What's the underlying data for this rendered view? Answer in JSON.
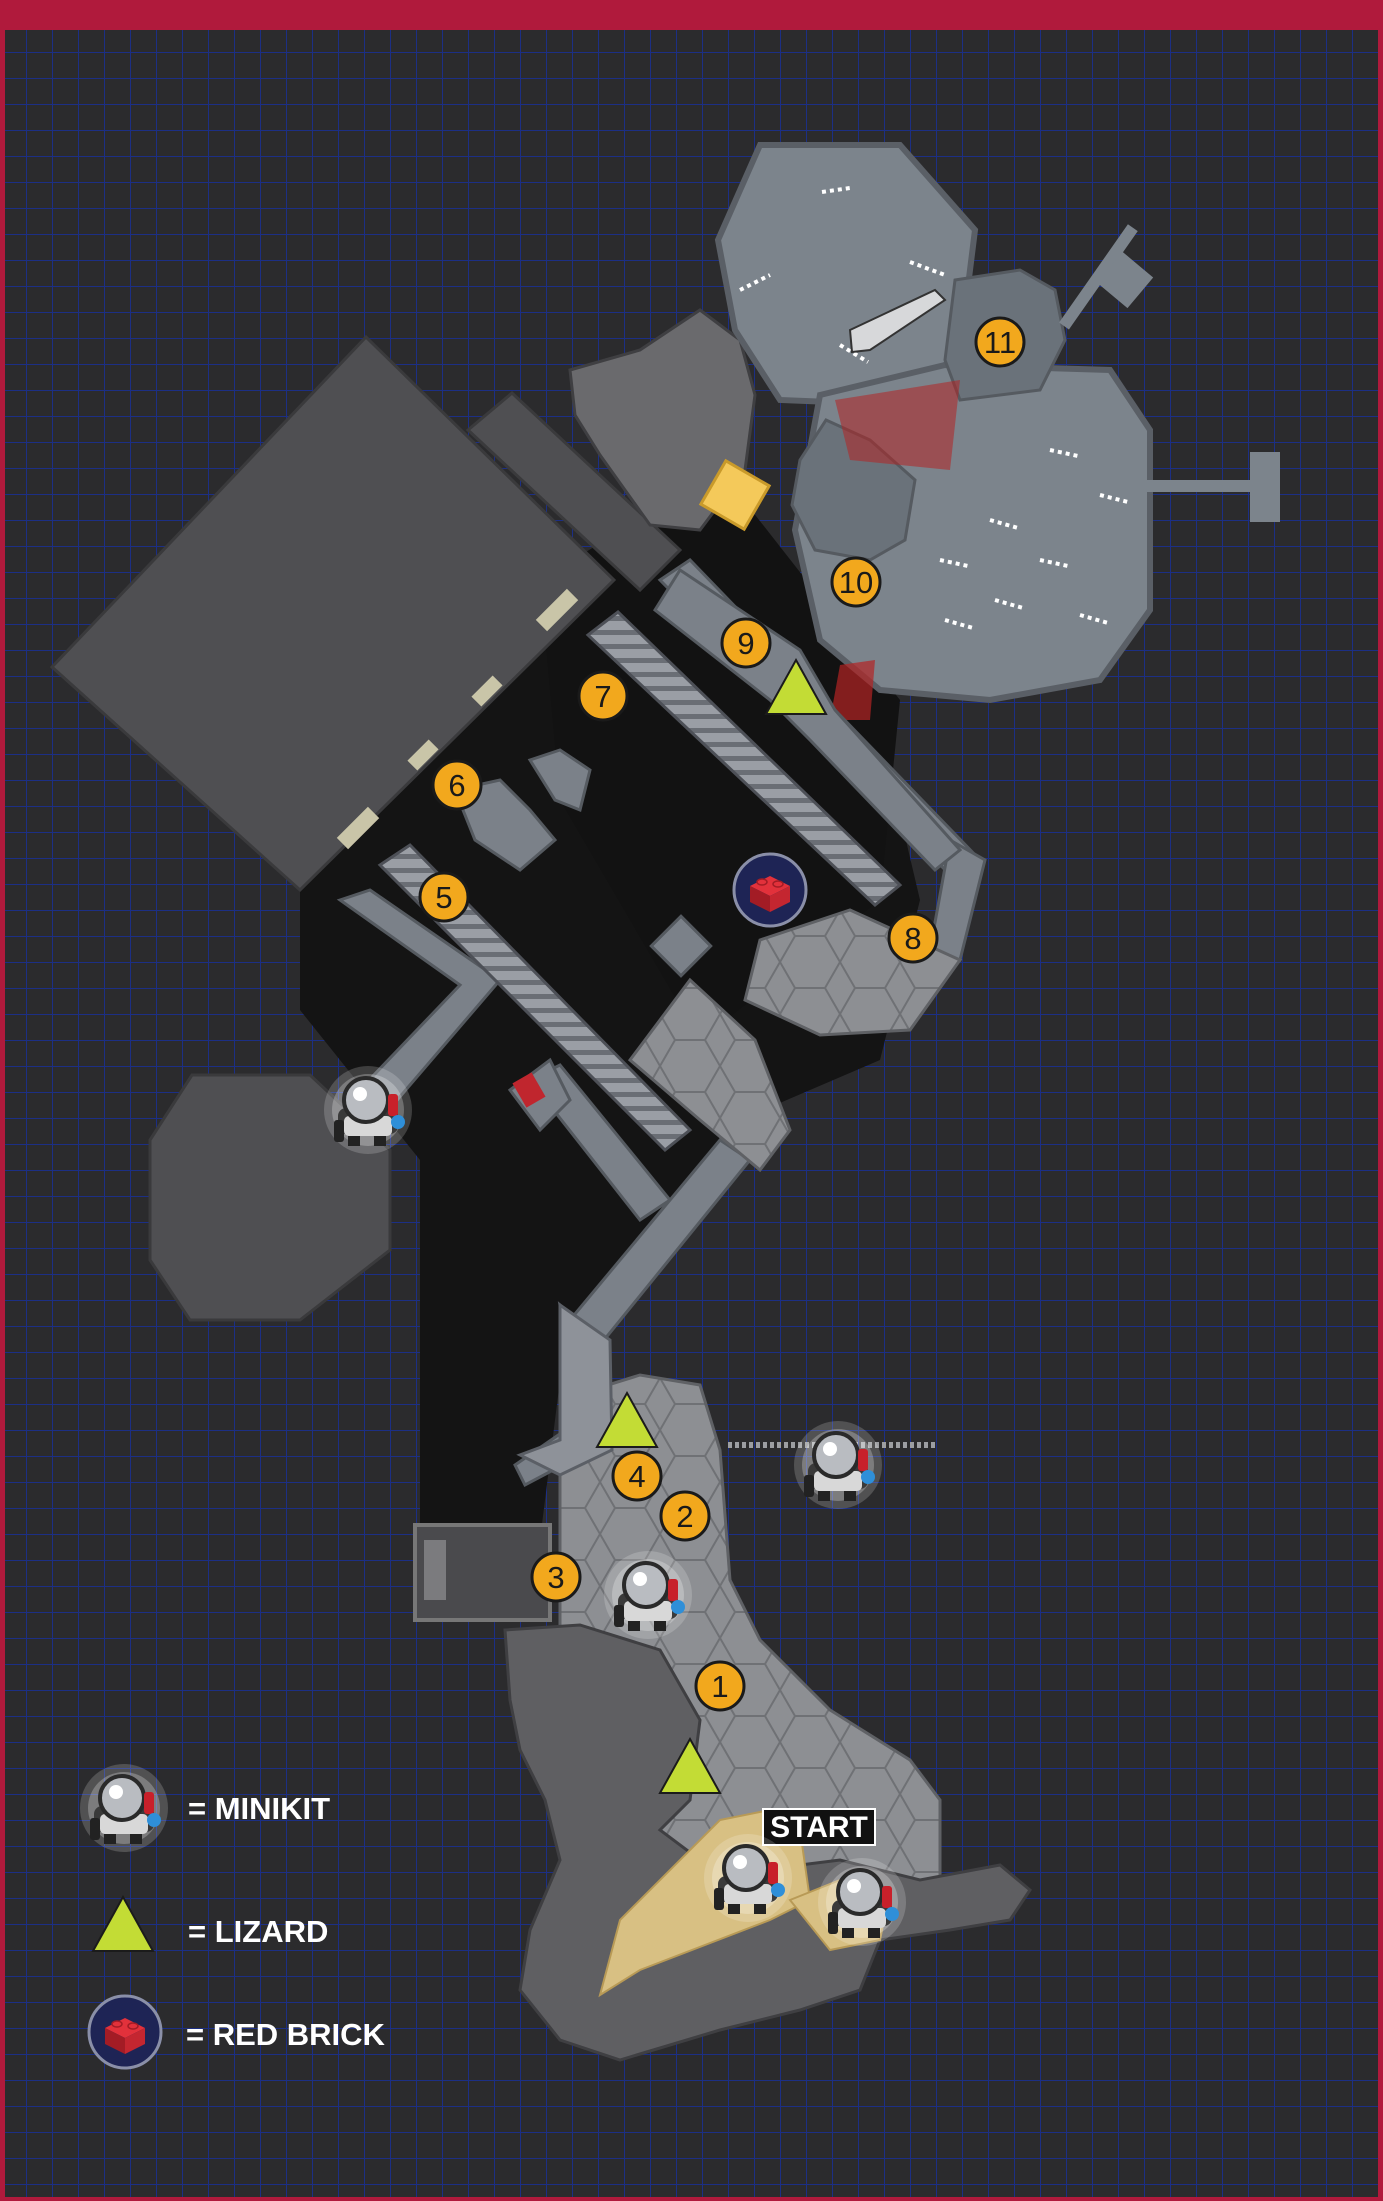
{
  "start_label": "START",
  "legend": {
    "minikit": "= MINIKIT",
    "lizard": "= LIZARD",
    "red_brick": "= RED BRICK"
  },
  "waypoints": [
    {
      "id": "1",
      "label": "1"
    },
    {
      "id": "2",
      "label": "2"
    },
    {
      "id": "3",
      "label": "3"
    },
    {
      "id": "4",
      "label": "4"
    },
    {
      "id": "5",
      "label": "5"
    },
    {
      "id": "6",
      "label": "6"
    },
    {
      "id": "7",
      "label": "7"
    },
    {
      "id": "8",
      "label": "8"
    },
    {
      "id": "9",
      "label": "9"
    },
    {
      "id": "10",
      "label": "10"
    },
    {
      "id": "11",
      "label": "11"
    }
  ],
  "colors": {
    "frame": "#b01a3c",
    "background": "#2b2b2d",
    "grid": "#1b2c7a",
    "marker": "#f2a81d",
    "lizard": "#c3dc35",
    "platform": "#8a9199",
    "dark_area": "#141414"
  }
}
